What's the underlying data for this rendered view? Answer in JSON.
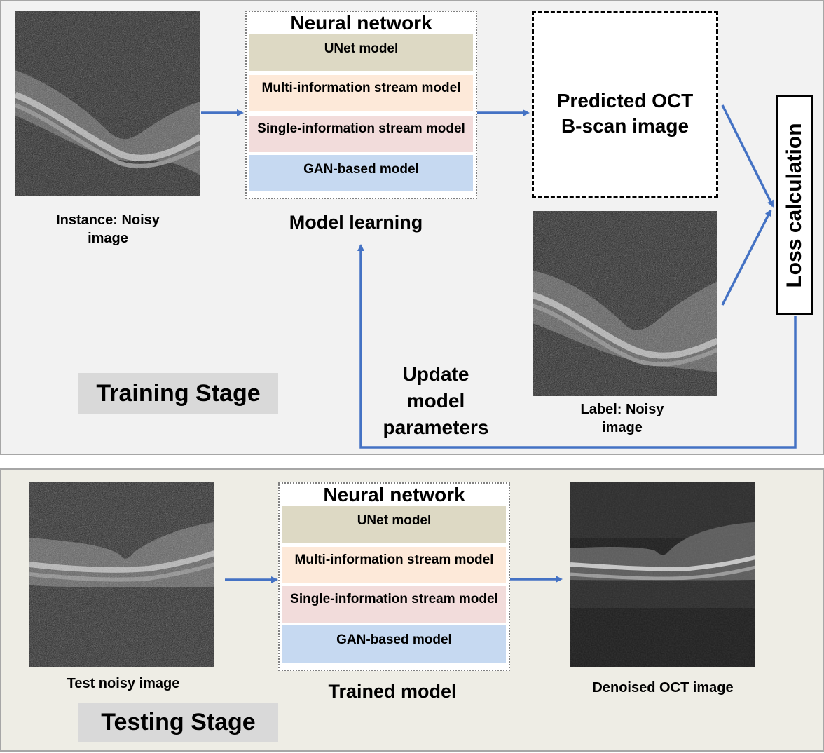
{
  "training": {
    "stage_label": "Training Stage",
    "instance_label_line1": "Instance: Noisy",
    "instance_label_line2": "image",
    "network": {
      "title": "Neural network",
      "rows": [
        "UNet model",
        "Multi-information stream model",
        "Single-information stream model",
        "GAN-based model"
      ]
    },
    "model_learning": "Model learning",
    "predicted_line1": "Predicted OCT",
    "predicted_line2": "B-scan image",
    "loss": "Loss calculation",
    "label_line1": "Label: Noisy",
    "label_line2": "image",
    "update_line1": "Update",
    "update_line2": "model",
    "update_line3": "parameters"
  },
  "testing": {
    "stage_label": "Testing Stage",
    "test_image_label": "Test noisy image",
    "network": {
      "title": "Neural network",
      "rows": [
        "UNet model",
        "Multi-information stream model",
        "Single-information stream model",
        "GAN-based model"
      ]
    },
    "trained_model": "Trained model",
    "denoised_label": "Denoised OCT image"
  },
  "colors": {
    "arrow": "#4472c4",
    "unet": "#ddd9c4",
    "multi": "#fde9d9",
    "single": "#f2dcdb",
    "gan": "#c6d9f1"
  }
}
